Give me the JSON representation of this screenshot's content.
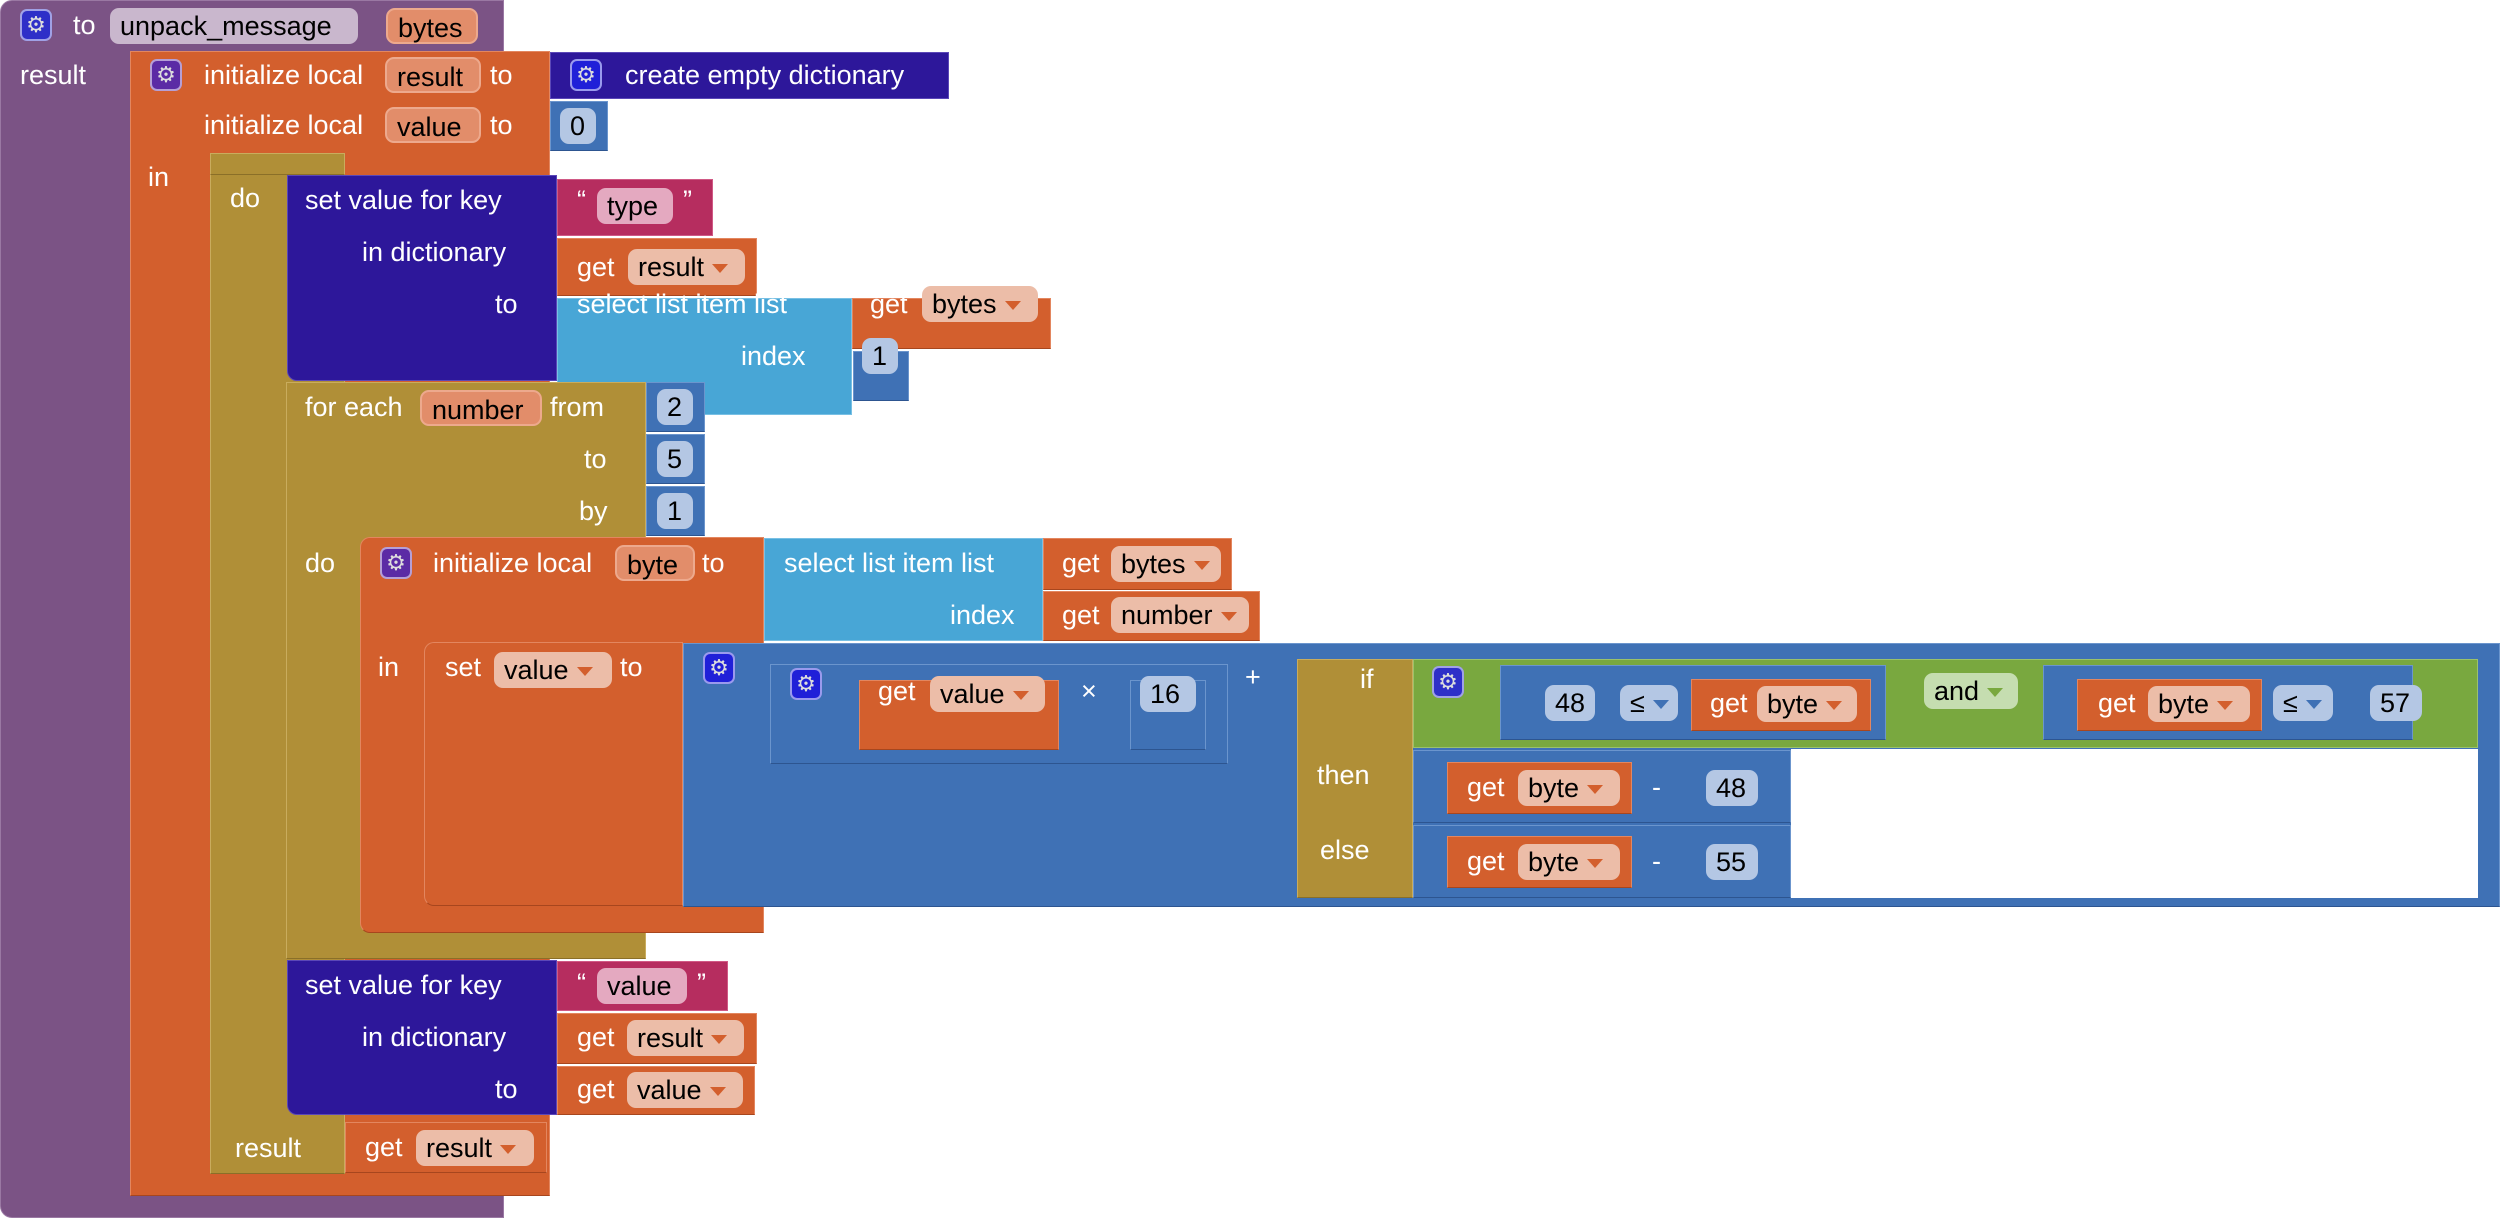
{
  "procedure": {
    "keyword_to": "to",
    "name": "unpack_message",
    "param": "bytes",
    "result_label": "result"
  },
  "init_outer": {
    "label": "initialize local",
    "to": "to",
    "var1": "result",
    "var2": "value",
    "in": "in",
    "create_dict": "create empty dictionary",
    "value_init": "0"
  },
  "do_block": {
    "do": "do",
    "result": "result"
  },
  "set_type": {
    "set_label": "set value for key",
    "in_dictionary": "in dictionary",
    "to": "to",
    "key": "type",
    "open_quote": "“",
    "close_quote": "”",
    "get": "get",
    "dict_var": "result",
    "select_label": "select list item  list",
    "index_label": "index",
    "list_var": "bytes",
    "index_value": "1"
  },
  "for_each": {
    "for_label": "for each",
    "var": "number",
    "from": "from",
    "to": "to",
    "by": "by",
    "do": "do",
    "from_value": "2",
    "to_value": "5",
    "by_value": "1"
  },
  "init_byte": {
    "label": "initialize local",
    "var": "byte",
    "to": "to",
    "in": "in",
    "select_label": "select list item  list",
    "index_label": "index",
    "get": "get",
    "list_var": "bytes",
    "index_var": "number"
  },
  "set_value": {
    "set": "set",
    "var": "value",
    "to": "to",
    "get": "get",
    "mult_var": "value",
    "times": "×",
    "mult_value": "16",
    "plus": "+",
    "if": "if",
    "then": "then",
    "else": "else",
    "cmp1_left": "48",
    "cmp1_op": "≤",
    "cmp1_var": "byte",
    "and": "and",
    "cmp2_var": "byte",
    "cmp2_op": "≤",
    "cmp2_right": "57",
    "then_var": "byte",
    "then_op": "-",
    "then_value": "48",
    "else_var": "byte",
    "else_op": "-",
    "else_value": "55"
  },
  "set_value_key": {
    "set_label": "set value for key",
    "in_dictionary": "in dictionary",
    "to": "to",
    "key": "value",
    "open_quote": "“",
    "close_quote": "”",
    "get": "get",
    "dict_var": "result",
    "value_var": "value"
  },
  "return_block": {
    "get": "get",
    "var": "result"
  },
  "icons": {
    "gear": "⚙"
  },
  "colors": {
    "procedure": "#7b5385",
    "variables": "#d35f2d",
    "control": "#b08f37",
    "dictionary": "#2d179a",
    "text": "#b62d5f",
    "lists": "#48a6d6",
    "math": "#3f71b5",
    "logic": "#79a83f"
  }
}
